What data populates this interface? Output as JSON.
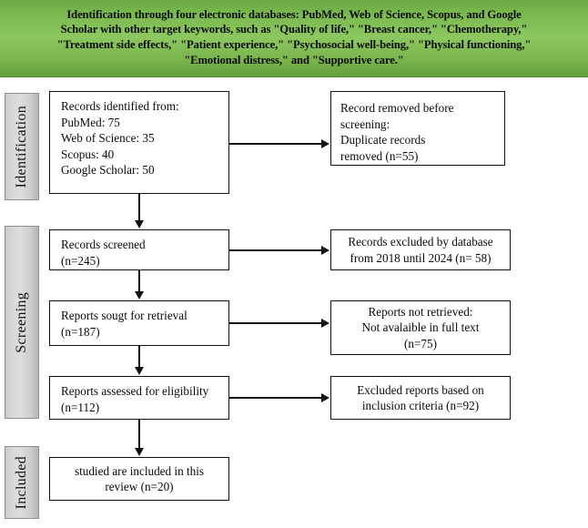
{
  "header": {
    "text": "Identification through four electronic databases: PubMed, Web of Science, Scopus, and Google\nScholar with other target keywords, such as \"Quality of life,\" \"Breast cancer,\" \"Chemotherapy,\"\n\"Treatment side effects,\" \"Patient experience,\" \"Psychosocial well-being,\" \"Physical functioning,\"\n\"Emotional distress,\" and \"Supportive care.\"",
    "background_color": "#8cc75f",
    "text_color": "#0b0b0b"
  },
  "stages": [
    {
      "id": "identification",
      "label": "Identification"
    },
    {
      "id": "screening",
      "label": "Screening"
    },
    {
      "id": "included",
      "label": "Included"
    }
  ],
  "boxes": {
    "records_identified": {
      "text": "Records identified from:\n    PubMed: 75\n    Web of Science: 35\n    Scopus: 40\n    Google Scholar: 50"
    },
    "record_removed": {
      "text": "Record removed before\nscreening:\n    Duplicate records\n    removed (n=55)"
    },
    "records_screened": {
      "text": "Records screened\n        (n=245)"
    },
    "records_excluded": {
      "text": "Records excluded by database\nfrom 2018 until 2024 (n= 58)"
    },
    "reports_sought": {
      "text": "Reports sougt for retrieval\n             (n=187)"
    },
    "reports_not_retrieved": {
      "text": "Reports not retrieved:\nNot avalaible in full text\n(n=75)"
    },
    "reports_assessed": {
      "text": "Reports assessed for eligibility\n               (n=112)"
    },
    "excluded_reports": {
      "text": "Excluded reports based on\ninclusion criteria (n=92)"
    },
    "studies_included": {
      "text": "studied are included in this\nreview (n=20)"
    }
  },
  "counts": {
    "pubmed": 75,
    "web_of_science": 35,
    "scopus": 40,
    "google_scholar": 50,
    "duplicates_removed": 55,
    "records_screened": 245,
    "records_excluded": 58,
    "reports_sought": 187,
    "reports_not_retrieved": 75,
    "reports_assessed": 112,
    "reports_excluded": 92,
    "studies_included": 20
  },
  "colors": {
    "banner_green": "#8cc75f",
    "stage_gray": "#d8d8d8",
    "line_black": "#111111",
    "box_background": "#ffffff"
  }
}
